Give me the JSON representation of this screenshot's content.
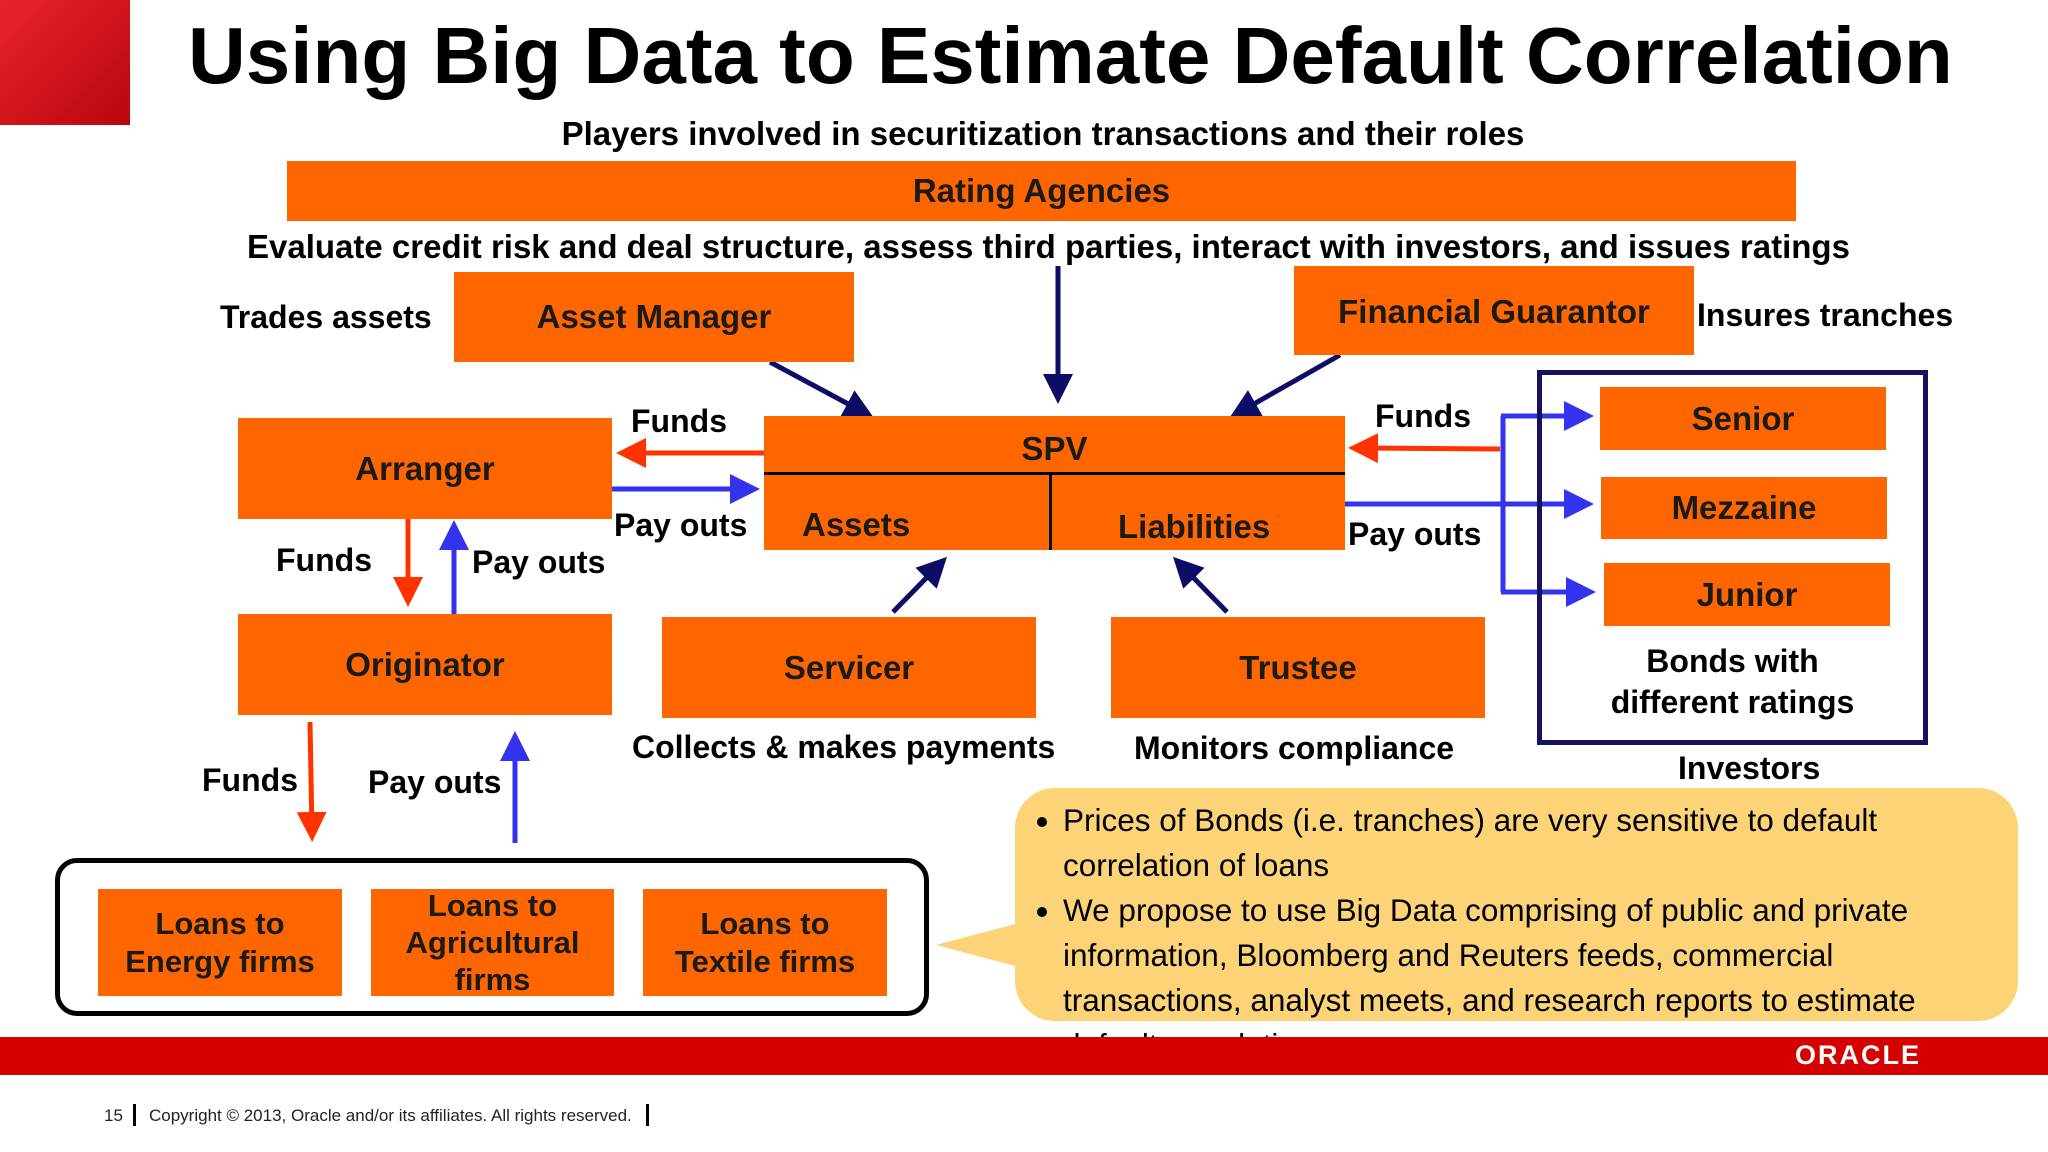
{
  "title": "Using Big Data to Estimate Default Correlation",
  "subtitle": "Players involved in securitization transactions and their roles",
  "nodes": {
    "rating_agencies": "Rating Agencies",
    "asset_manager": "Asset Manager",
    "financial_guarantor": "Financial Guarantor",
    "arranger": "Arranger",
    "spv": "SPV",
    "spv_assets": "Assets",
    "spv_liabilities": "Liabilities",
    "originator": "Originator",
    "servicer": "Servicer",
    "trustee": "Trustee",
    "senior": "Senior",
    "mezzanine": "Mezzaine",
    "junior": "Junior",
    "loans_energy": "Loans to Energy firms",
    "loans_agri": "Loans to Agricultural firms",
    "loans_textile": "Loans to Textile firms"
  },
  "labels": {
    "rating_desc": "Evaluate credit risk and deal structure, assess third parties, interact with investors, and issues ratings",
    "trades_assets": "Trades assets",
    "insures_tranches": "Insures tranches",
    "funds": "Funds",
    "pay_outs": "Pay outs",
    "collects_payments": "Collects & makes payments",
    "monitors_compliance": "Monitors compliance",
    "bonds_line1": "Bonds with",
    "bonds_line2": "different ratings",
    "investors": "Investors"
  },
  "callout": {
    "bullets": [
      "Prices of Bonds (i.e. tranches) are very sensitive to default correlation of loans",
      "We propose to use Big Data comprising of public and private information, Bloomberg and Reuters feeds, commercial transactions, analyst meets, and research reports to estimate default correlation"
    ]
  },
  "footer": {
    "page_number": "15",
    "copyright": "Copyright © 2013, Oracle and/or its affiliates. All rights reserved.",
    "logo": "ORACLE"
  },
  "colors": {
    "box_orange": "#ff6600",
    "arrow_navy": "#0d0d66",
    "arrow_red": "#ff3300",
    "arrow_blue": "#3333ee",
    "callout_fill": "#fcd377",
    "footer_red": "#d50000"
  }
}
